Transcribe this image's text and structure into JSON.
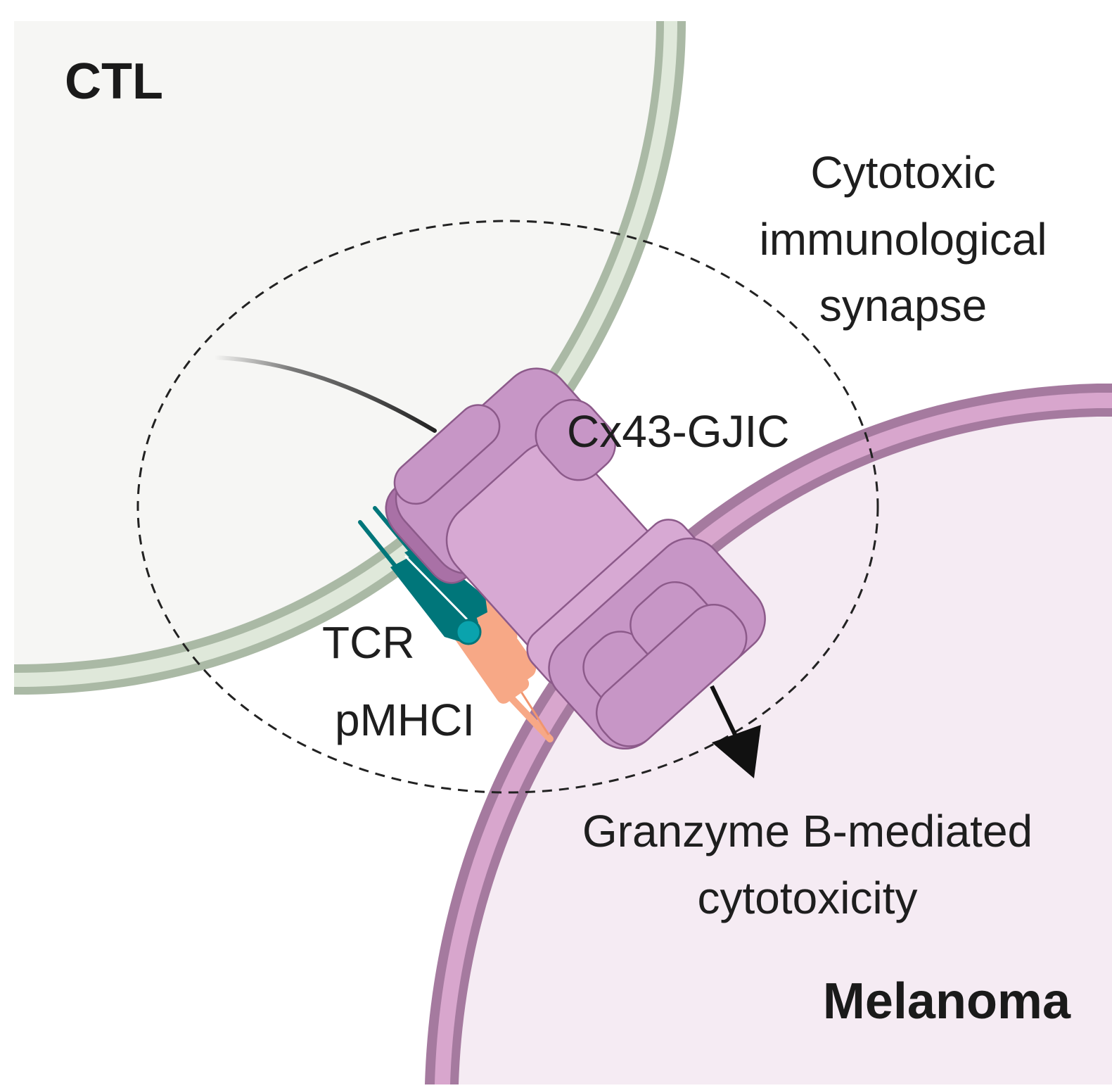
{
  "cells": {
    "ctl": {
      "label": "CTL",
      "fill": "#f6f6f4",
      "membrane_outer": "#aab9a5",
      "membrane_inner": "#dfe8da"
    },
    "melanoma": {
      "label": "Melanoma",
      "fill": "#f5ebf3",
      "membrane_outer": "#a57a9f",
      "membrane_inner": "#d8a6cd"
    }
  },
  "labels": {
    "synapse": [
      "Cytotoxic",
      "immunological",
      "synapse"
    ],
    "channel": "Cx43-GJIC",
    "tcr": "TCR",
    "pmhc": "pMHCI",
    "granzyme": [
      "Granzyme B-mediated",
      "cytotoxicity"
    ]
  },
  "icons": {
    "channel": "gap-junction-channel-icon",
    "tcr": "tcr-receptor-icon",
    "pmhc": "pmhc-complex-icon",
    "arrow": "arrow-down-right-icon"
  },
  "colors": {
    "channel_light": "#d7a9d3",
    "channel_mid": "#c796c6",
    "channel_dark": "#a971a6",
    "channel_edge": "#8c5a8a",
    "tcr_teal": "#00767a",
    "tcr_dot": "#0aa3ad",
    "pmhc_salmon": "#f7a886",
    "dashes": "#222222"
  }
}
